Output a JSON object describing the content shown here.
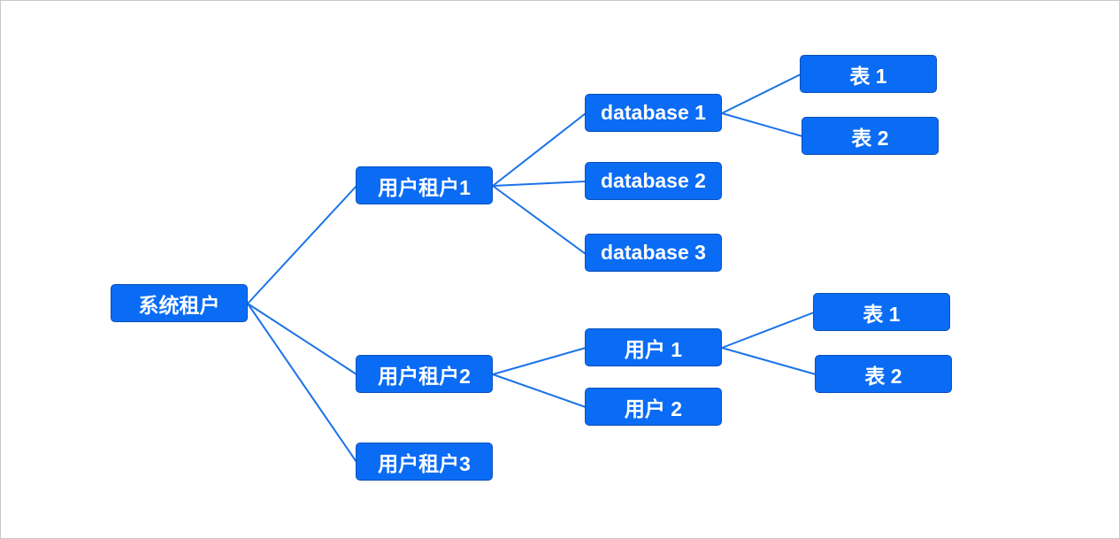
{
  "diagram": {
    "root": {
      "label": "系统租户"
    },
    "tenants": [
      {
        "label": "用户租户1"
      },
      {
        "label": "用户租户2"
      },
      {
        "label": "用户租户3"
      }
    ],
    "databases": [
      {
        "label": "database 1"
      },
      {
        "label": "database 2"
      },
      {
        "label": "database 3"
      }
    ],
    "db1_tables": [
      {
        "label": "表 1"
      },
      {
        "label": "表 2"
      }
    ],
    "users": [
      {
        "label": "用户 1"
      },
      {
        "label": "用户 2"
      }
    ],
    "user1_tables": [
      {
        "label": "表 1"
      },
      {
        "label": "表 2"
      }
    ]
  },
  "colors": {
    "node_fill": "#0a6cf5",
    "node_border": "#0a4fb8",
    "edge": "#1a73e8",
    "text": "#ffffff"
  }
}
